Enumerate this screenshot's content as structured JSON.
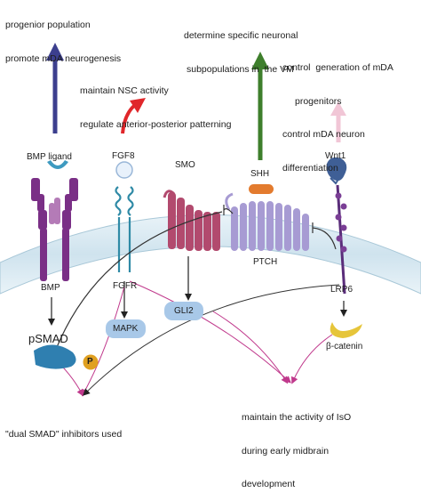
{
  "annotations": {
    "bmp_effect_1": "progenior population",
    "bmp_effect_2": "promote mDA neurogenesis",
    "fgf8_effect_1": "maintain NSC activity",
    "fgf8_effect_2": "regulate anterior-posterior patterning",
    "shh_effect_1": "determine specific neuronal",
    "shh_effect_2": "subpopulations in  the VM",
    "wnt1_effect_1": "control  generation of mDA",
    "wnt1_effect_2": "progenitors",
    "wnt1_effect_3": "control mDA neuron",
    "wnt1_effect_4": "differentiation",
    "dual_smad_1": "\"dual SMAD\" inhibitors used",
    "iso_effect_1": "maintain the activity of IsO",
    "iso_effect_2": "during early midbrain",
    "iso_effect_3": "development"
  },
  "labels": {
    "bmp_ligand": "BMP ligand",
    "fgf8": "FGF8",
    "smo": "SMO",
    "shh": "SHH",
    "wnt1": "Wnt1",
    "bmp": "BMP",
    "fgfr": "FGFR",
    "ptch": "PTCH",
    "lrp6": "LRP6",
    "psmad": "pSMAD",
    "p": "P",
    "mapk": "MAPK",
    "gli2": "GLI2",
    "beta_catenin": "β-catenin"
  },
  "colors": {
    "membrane": "#cfe3ee",
    "bmp_receptor": "#7a2f86",
    "bmp_ligand": "#3e9ac0",
    "fgfr": "#2f8aa6",
    "smo": "#b24a6e",
    "ptch": "#a79bd3",
    "shh": "#e37b2e",
    "lrp6": "#5a2d7a",
    "wnt1": "#3f5f96",
    "psmad": "#2f7fb0",
    "phospho": "#e0a020",
    "mapk": "#a8c8e8",
    "gli2": "#a8c8e8",
    "beta_catenin": "#e6c53a",
    "arrow_bmp": "#3c3f8e",
    "arrow_fgf8": "#e0262a",
    "arrow_shh": "#3e7f2c",
    "arrow_wnt1": "#f1c6d6",
    "arrow_pink": "#c0398c"
  }
}
